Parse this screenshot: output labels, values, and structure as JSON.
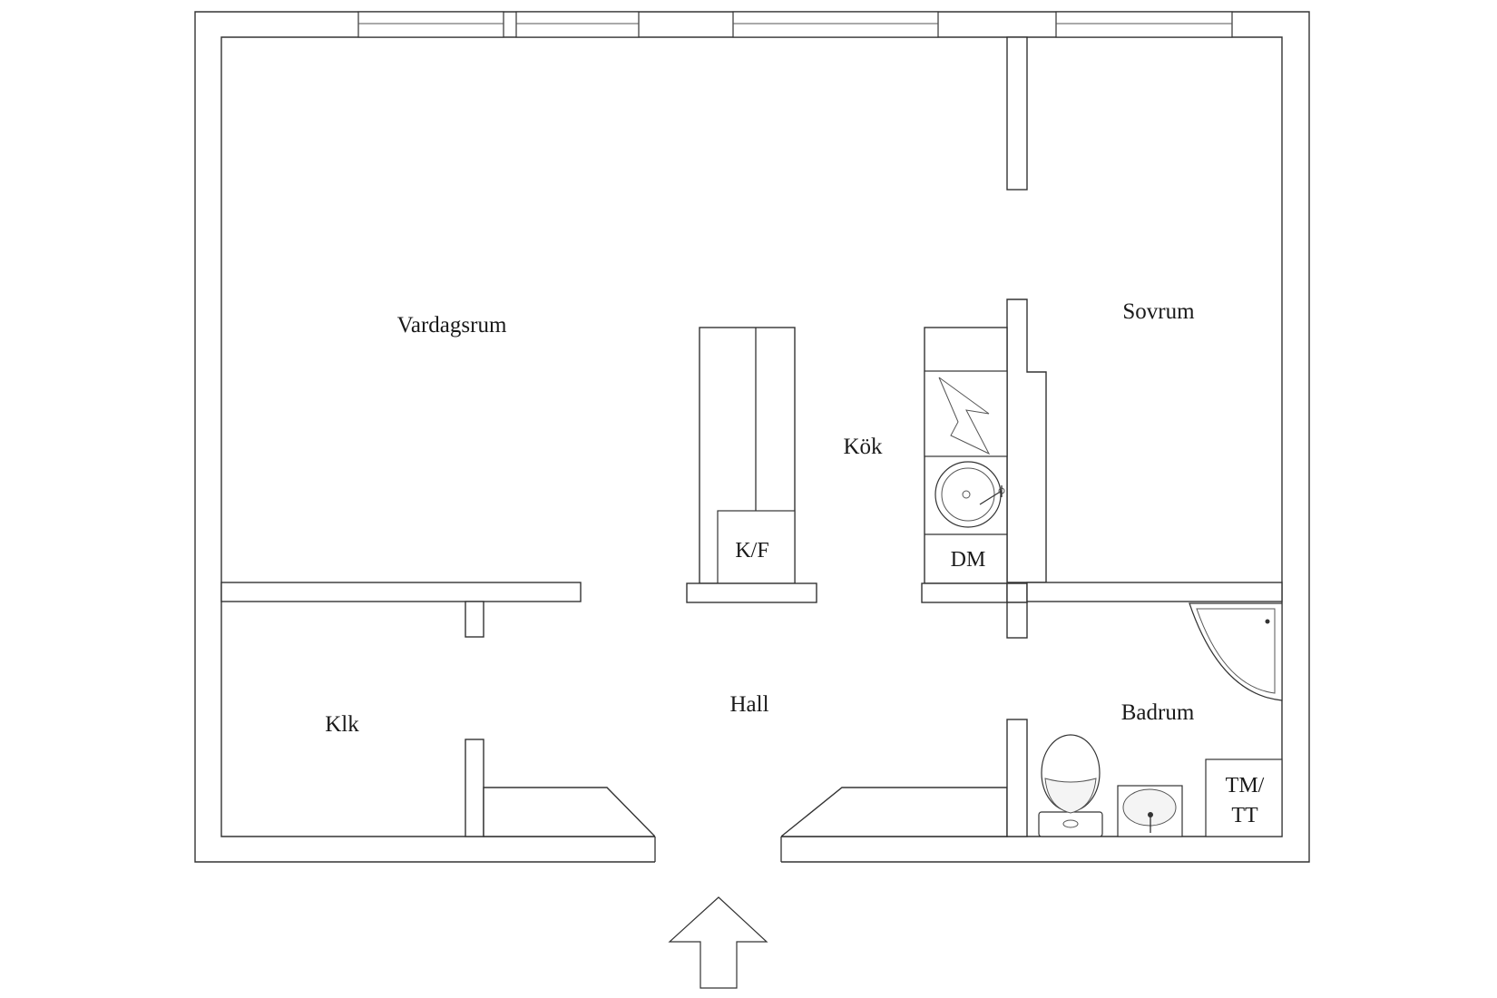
{
  "rooms": {
    "vardagsrum": "Vardagsrum",
    "sovrum": "Sovrum",
    "kok": "Kök",
    "klk": "Klk",
    "hall": "Hall",
    "badrum": "Badrum"
  },
  "fixtures": {
    "fridge_freezer": "K/F",
    "dishwasher": "DM",
    "washer_dryer_line1": "TM/",
    "washer_dryer_line2": "TT"
  },
  "icons": {
    "entrance": "arrow-up-icon",
    "stove": "stove-icon",
    "kitchen_sink": "sink-icon",
    "shower": "shower-icon",
    "toilet": "toilet-icon",
    "washbasin": "washbasin-icon"
  },
  "colors": {
    "line": "#333333",
    "background": "#ffffff"
  }
}
